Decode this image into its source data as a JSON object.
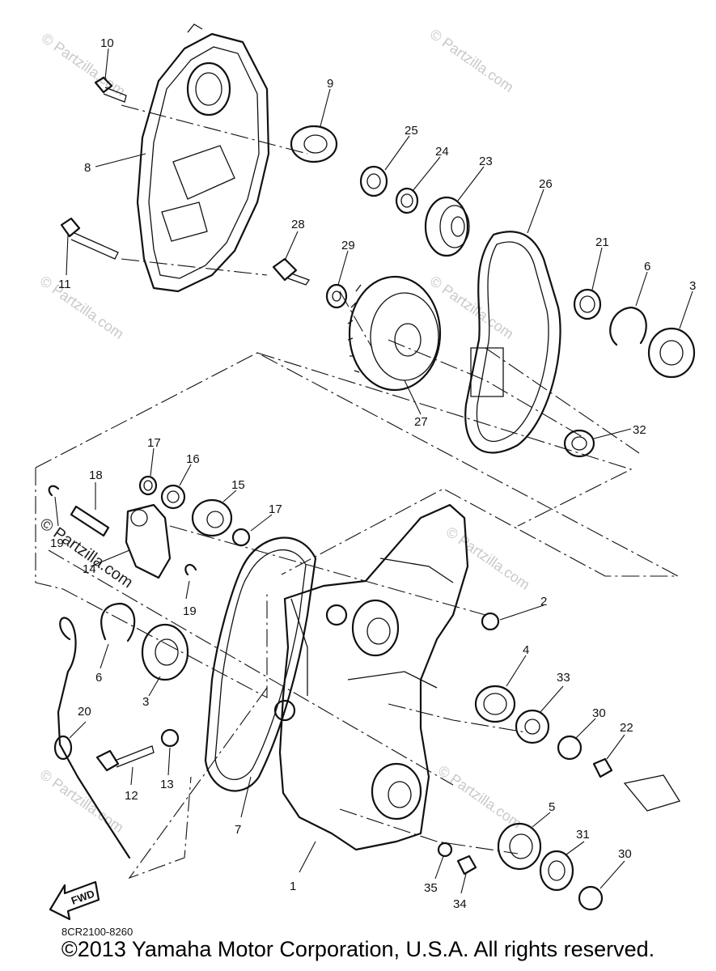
{
  "watermark": {
    "text": "© Partzilla.com",
    "dark_text": "© Partzilla.com"
  },
  "diagram_code": "8CR2100-8260",
  "fwd_label": "FWD",
  "copyright": "©2013 Yamaha Motor Corporation, U.S.A. All rights reserved.",
  "callouts": [
    {
      "id": "c10",
      "label": "10"
    },
    {
      "id": "c9",
      "label": "9"
    },
    {
      "id": "c8",
      "label": "8"
    },
    {
      "id": "c11",
      "label": "11"
    },
    {
      "id": "c25",
      "label": "25"
    },
    {
      "id": "c24",
      "label": "24"
    },
    {
      "id": "c23",
      "label": "23"
    },
    {
      "id": "c26",
      "label": "26"
    },
    {
      "id": "c28",
      "label": "28"
    },
    {
      "id": "c29",
      "label": "29"
    },
    {
      "id": "c21",
      "label": "21"
    },
    {
      "id": "c6a",
      "label": "6"
    },
    {
      "id": "c3a",
      "label": "3"
    },
    {
      "id": "c27",
      "label": "27"
    },
    {
      "id": "c32",
      "label": "32"
    },
    {
      "id": "c17a",
      "label": "17"
    },
    {
      "id": "c16",
      "label": "16"
    },
    {
      "id": "c18",
      "label": "18"
    },
    {
      "id": "c15",
      "label": "15"
    },
    {
      "id": "c17b",
      "label": "17"
    },
    {
      "id": "c19a",
      "label": "19"
    },
    {
      "id": "c14",
      "label": "14"
    },
    {
      "id": "c19b",
      "label": "19"
    },
    {
      "id": "c2",
      "label": "2"
    },
    {
      "id": "c6b",
      "label": "6"
    },
    {
      "id": "c3b",
      "label": "3"
    },
    {
      "id": "c4",
      "label": "4"
    },
    {
      "id": "c33",
      "label": "33"
    },
    {
      "id": "c20",
      "label": "20"
    },
    {
      "id": "c30a",
      "label": "30"
    },
    {
      "id": "c22",
      "label": "22"
    },
    {
      "id": "c12",
      "label": "12"
    },
    {
      "id": "c13",
      "label": "13"
    },
    {
      "id": "c7",
      "label": "7"
    },
    {
      "id": "c5",
      "label": "5"
    },
    {
      "id": "c31",
      "label": "31"
    },
    {
      "id": "c1",
      "label": "1"
    },
    {
      "id": "c35",
      "label": "35"
    },
    {
      "id": "c34",
      "label": "34"
    },
    {
      "id": "c30b",
      "label": "30"
    }
  ]
}
